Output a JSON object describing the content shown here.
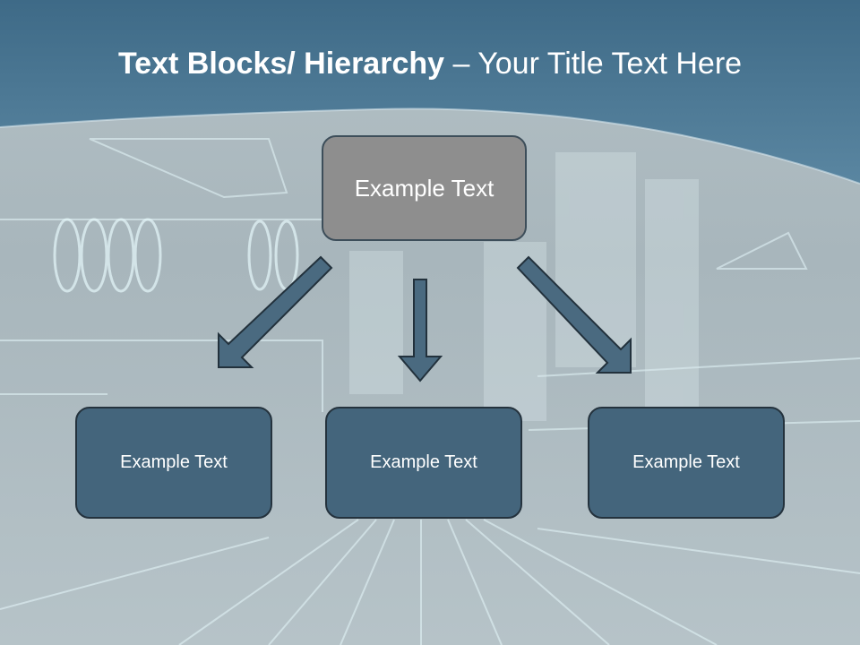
{
  "slide": {
    "title_bold": "Text Blocks/ Hierarchy",
    "title_rest": " – Your Title Text Here"
  },
  "hierarchy": {
    "top": {
      "label": "Example Text",
      "color": "#8e8e8e"
    },
    "children": [
      {
        "label": "Example Text",
        "color": "#44657c"
      },
      {
        "label": "Example Text",
        "color": "#44657c"
      },
      {
        "label": "Example Text",
        "color": "#44657c"
      }
    ]
  },
  "colors": {
    "header_band": "#4a7490",
    "arrow_fill": "#4a6a80",
    "arrow_stroke": "#22313c"
  }
}
